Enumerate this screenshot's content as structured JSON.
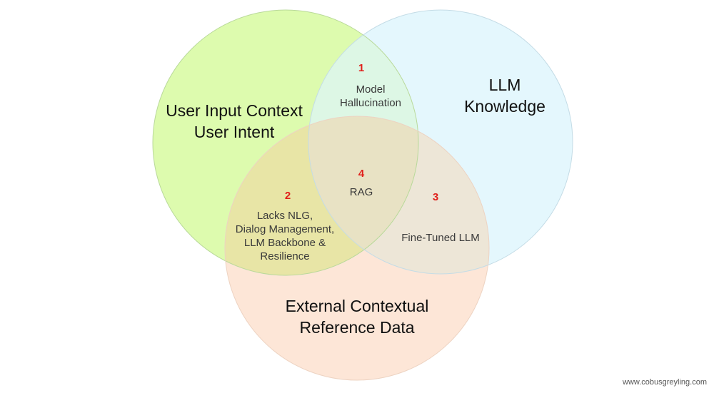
{
  "diagram": {
    "type": "venn",
    "sets": [
      {
        "id": "user",
        "label_lines": [
          "User Input Context",
          "User Intent"
        ],
        "color": "#DDFBAE",
        "stroke": "#B9D99A"
      },
      {
        "id": "llm",
        "label_lines": [
          "LLM",
          "Knowledge"
        ],
        "color": "#E4F7FD",
        "stroke": "#C4DCE6"
      },
      {
        "id": "external",
        "label_lines": [
          "External Contextual",
          "Reference Data"
        ],
        "color": "#FDE6D7",
        "stroke": "#EDD3C2"
      }
    ],
    "intersections": [
      {
        "number": "1",
        "sets": [
          "user",
          "llm"
        ],
        "label_lines": [
          "Model",
          "Hallucination"
        ]
      },
      {
        "number": "2",
        "sets": [
          "user",
          "external"
        ],
        "label_lines": [
          "Lacks NLG,",
          "Dialog Management,",
          "LLM Backbone &",
          "Resilience"
        ]
      },
      {
        "number": "3",
        "sets": [
          "llm",
          "external"
        ],
        "label_lines": [
          "Fine-Tuned LLM"
        ]
      },
      {
        "number": "4",
        "sets": [
          "user",
          "llm",
          "external"
        ],
        "label_lines": [
          "RAG"
        ]
      }
    ],
    "number_color": "#E0201B"
  },
  "footer": {
    "watermark": "www.cobusgreyling.com"
  }
}
